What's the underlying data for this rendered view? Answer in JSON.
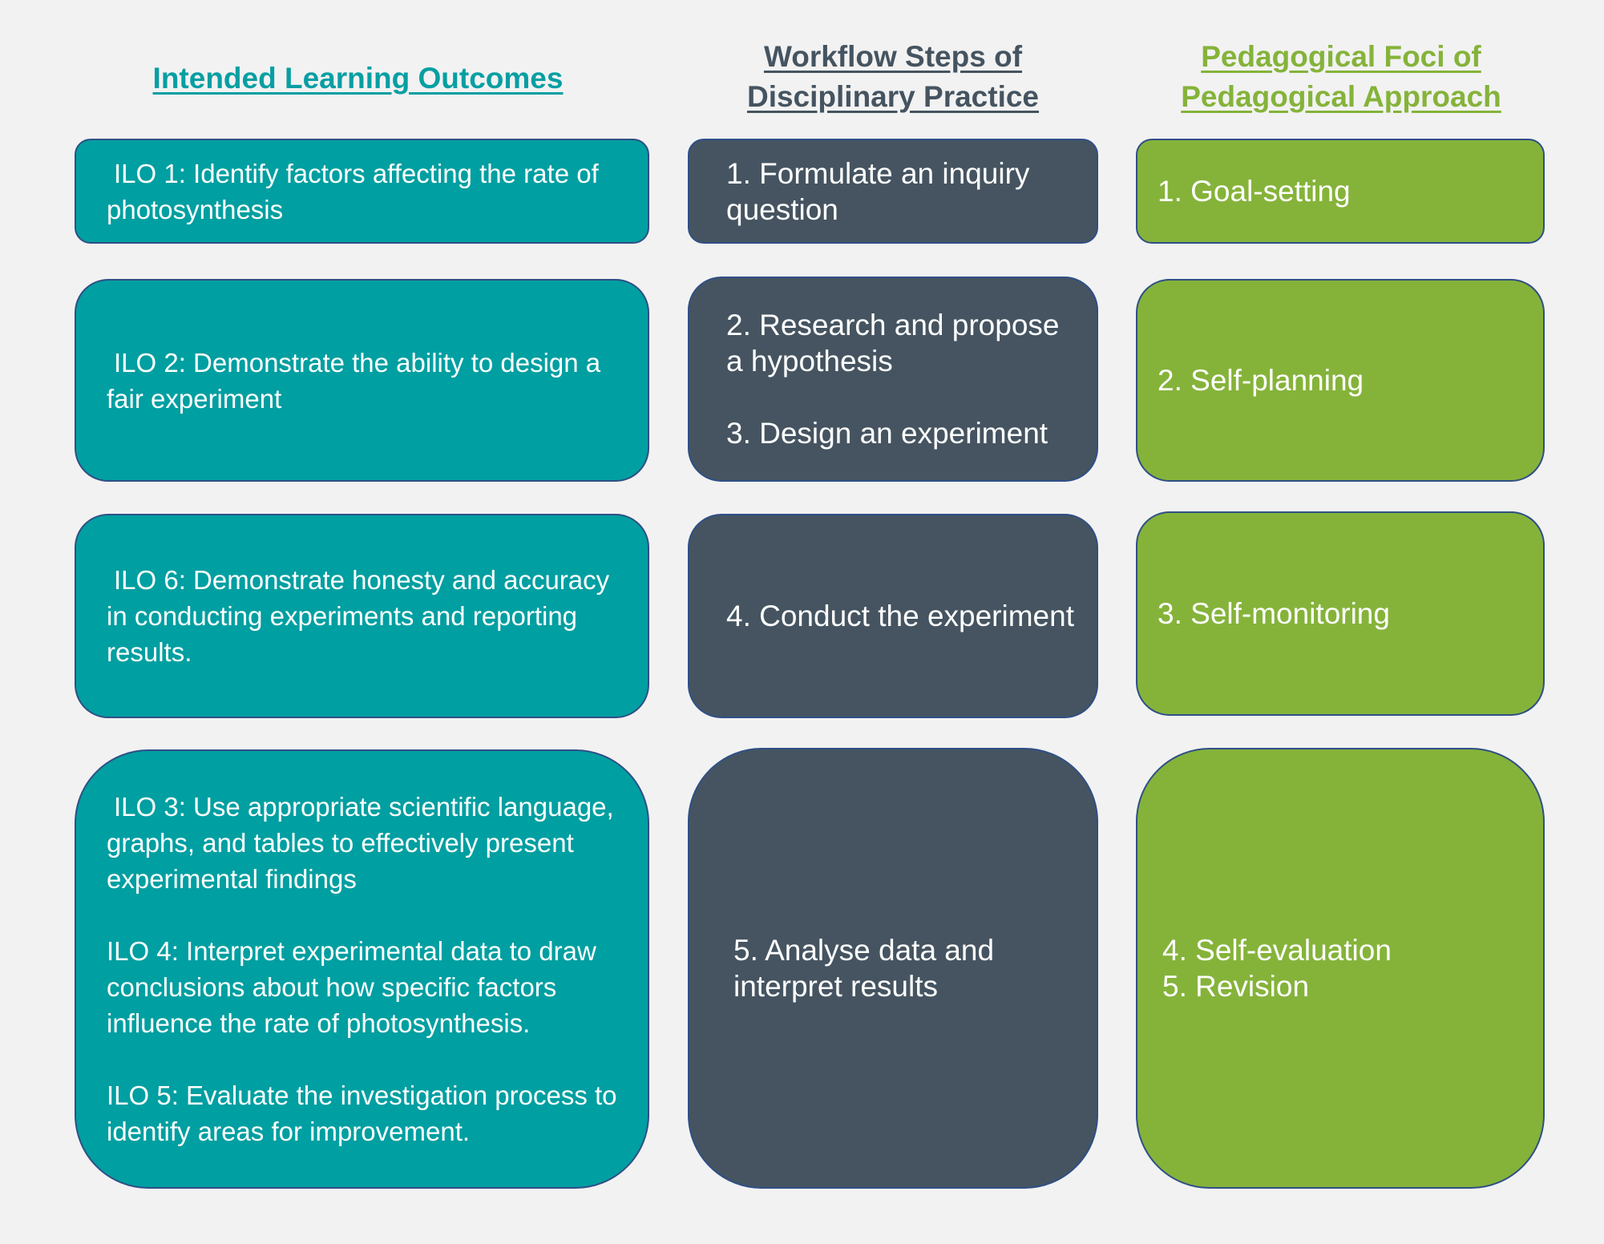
{
  "headers": {
    "ilo": "Intended Learning Outcomes",
    "workflow": [
      "Workflow Steps of",
      "Disciplinary Practice"
    ],
    "pedagogical": [
      "Pedagogical Foci of",
      "Pedagogical Approach"
    ]
  },
  "ilo_boxes": [
    [
      "ILO 1: Identify factors affecting the rate of",
      "photosynthesis"
    ],
    [
      "ILO 2: Demonstrate the ability to design a",
      "fair experiment"
    ],
    [
      "ILO 6: Demonstrate honesty and accuracy",
      "in conducting experiments and reporting",
      "results."
    ],
    {
      "ilo3": [
        "ILO 3: Use appropriate scientific language,",
        "graphs, and tables to effectively present",
        "experimental findings"
      ],
      "ilo4": [
        "ILO 4: Interpret experimental data to draw",
        "conclusions about how specific factors",
        "influence the rate of photosynthesis."
      ],
      "ilo5": [
        "ILO 5: Evaluate the investigation process to",
        "identify areas for improvement."
      ]
    }
  ],
  "workflow_boxes": [
    [
      "1. Formulate an inquiry",
      "question"
    ],
    {
      "step2": [
        "2. Research and propose",
        "a hypothesis"
      ],
      "step3": "3. Design an experiment"
    },
    [
      "4. Conduct the experiment"
    ],
    [
      "5. Analyse data and",
      "interpret results"
    ]
  ],
  "pedagogical_boxes": [
    "1. Goal-setting",
    "2. Self-planning",
    "3. Self-monitoring",
    [
      "4. Self-evaluation",
      "5. Revision"
    ]
  ],
  "colors": {
    "background": "#f2f2f2",
    "ilo": "#009fa1",
    "workflow": "#455460",
    "pedagogical": "#85b33a",
    "border": "#2f4f86",
    "ilo_title": "#069fa3",
    "workflow_title": "#455460",
    "pedagogical_title": "#85b33a"
  }
}
